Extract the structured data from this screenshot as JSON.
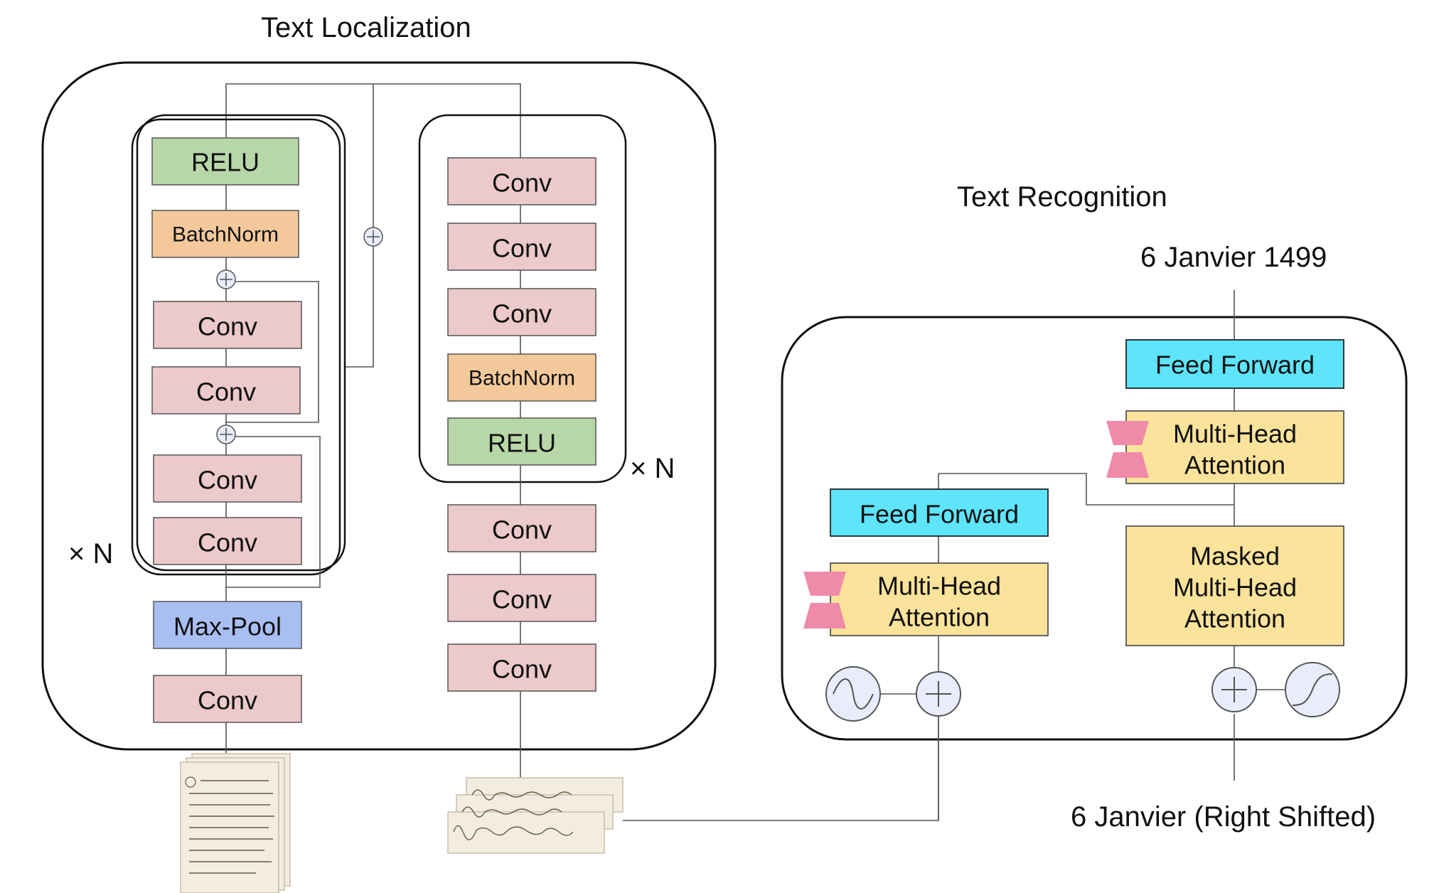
{
  "titles": {
    "localization": "Text Localization",
    "recognition": "Text Recognition",
    "output": "6 Janvier 1499",
    "input": "6 Janvier (Right Shifted)"
  },
  "localization": {
    "left_column": {
      "relu": "RELU",
      "batchnorm": "BatchNorm",
      "conv_1": "Conv",
      "conv_2": "Conv",
      "conv_3": "Conv",
      "conv_4": "Conv",
      "repeat": "× N",
      "maxpool": "Max-Pool",
      "conv_bottom": "Conv"
    },
    "right_column": {
      "conv_1": "Conv",
      "conv_2": "Conv",
      "conv_3": "Conv",
      "batchnorm": "BatchNorm",
      "relu": "RELU",
      "repeat": "× N",
      "conv_4": "Conv",
      "conv_5": "Conv",
      "conv_6": "Conv"
    }
  },
  "recognition": {
    "encoder": {
      "feed_forward": "Feed Forward",
      "attention_line1": "Multi-Head",
      "attention_line2": "Attention"
    },
    "decoder": {
      "feed_forward": "Feed Forward",
      "attention_line1": "Multi-Head",
      "attention_line2": "Attention",
      "masked_line1": "Masked",
      "masked_line2": "Multi-Head",
      "masked_line3": "Attention"
    }
  },
  "colors": {
    "conv": "#ecc9ca",
    "relu": "#b8d7a8",
    "batchnorm": "#f3c99b",
    "maxpool": "#a9bff3",
    "feed_forward": "#5ee5fb",
    "attention": "#fbe39b",
    "hourglass": "#f08aa9"
  }
}
